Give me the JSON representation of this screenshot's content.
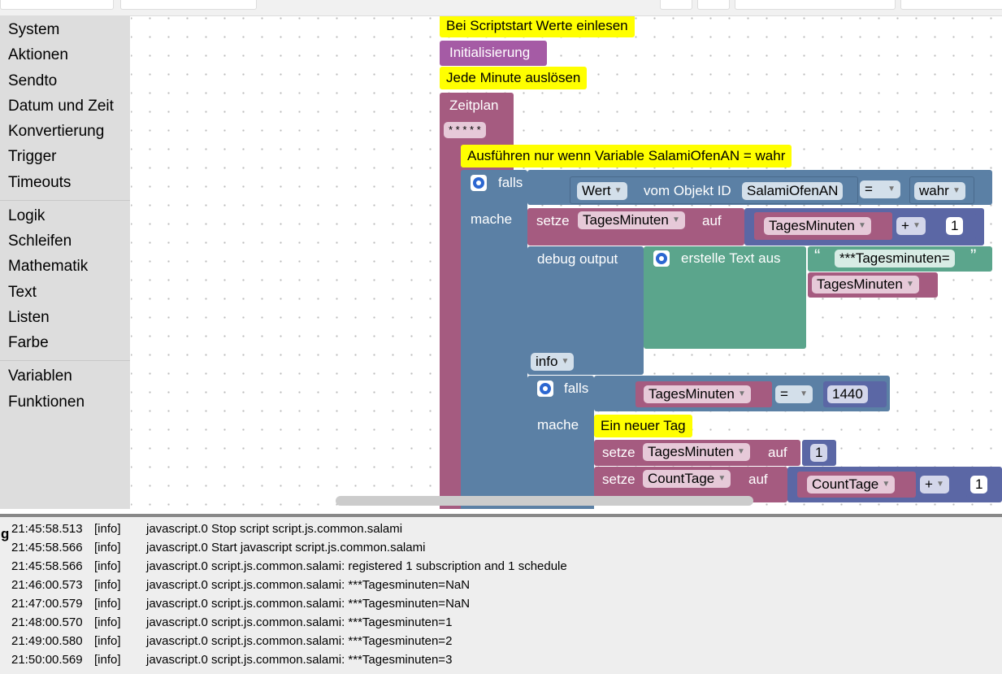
{
  "toolbox": {
    "items": [
      "System",
      "Aktionen",
      "Sendto",
      "Datum und Zeit",
      "Konvertierung",
      "Trigger",
      "Timeouts",
      "Logik",
      "Schleifen",
      "Mathematik",
      "Text",
      "Listen",
      "Farbe",
      "Variablen",
      "Funktionen"
    ]
  },
  "blocks": {
    "comment_start": "Bei Scriptstart Werte einlesen",
    "init": "Initialisierung",
    "comment_minute": "Jede Minute auslösen",
    "schedule": "Zeitplan",
    "cron": "* * * * *",
    "comment_if": "Ausführen nur wenn Variable SalamiOfenAN = wahr",
    "if1": "falls",
    "do1": "mache",
    "wert": "Wert",
    "from_object": "vom Objekt ID",
    "object_id": "SalamiOfenAN",
    "eq1": "=",
    "wahr": "wahr",
    "set1": "setze",
    "var1": "TagesMinuten",
    "auf1": "auf",
    "var1b": "TagesMinuten",
    "plus1": "+",
    "num1": "1",
    "debug": "debug output",
    "create_text": "erstelle Text aus",
    "quote_open": "“",
    "text_lit": "***Tagesminuten=",
    "quote_close": "”",
    "var_text": "TagesMinuten",
    "loglevel": "info",
    "if2": "falls",
    "var2": "TagesMinuten",
    "eq2": "=",
    "num1440": "1440",
    "do2": "mache",
    "comment_day": "Ein neuer Tag",
    "set2": "setze",
    "var3": "TagesMinuten",
    "auf2": "auf",
    "num2": "1",
    "set3": "setze",
    "var4": "CountTage",
    "auf3": "auf",
    "var4b": "CountTage",
    "plus2": "+",
    "num3": "1"
  },
  "log": {
    "label": "g",
    "entries": [
      {
        "time": "21:45:58.513",
        "level": "[info]",
        "text": "javascript.0 Stop script script.js.common.salami"
      },
      {
        "time": "21:45:58.566",
        "level": "[info]",
        "text": "javascript.0 Start javascript script.js.common.salami"
      },
      {
        "time": "21:45:58.566",
        "level": "[info]",
        "text": "javascript.0 script.js.common.salami: registered 1 subscription and 1 schedule"
      },
      {
        "time": "21:46:00.573",
        "level": "[info]",
        "text": "javascript.0 script.js.common.salami: ***Tagesminuten=NaN"
      },
      {
        "time": "21:47:00.579",
        "level": "[info]",
        "text": "javascript.0 script.js.common.salami: ***Tagesminuten=NaN"
      },
      {
        "time": "21:48:00.570",
        "level": "[info]",
        "text": "javascript.0 script.js.common.salami: ***Tagesminuten=1"
      },
      {
        "time": "21:49:00.580",
        "level": "[info]",
        "text": "javascript.0 script.js.common.salami: ***Tagesminuten=2"
      },
      {
        "time": "21:50:00.569",
        "level": "[info]",
        "text": "javascript.0 script.js.common.salami: ***Tagesminuten=3"
      }
    ]
  },
  "colors": {
    "event_block": "#a55b80",
    "init_block": "#a55ba5",
    "logic_block": "#5b80a5",
    "variable_block": "#a55b80",
    "math_block": "#5b67a5",
    "text_block": "#5ba58c",
    "comment": "#ffff00"
  }
}
